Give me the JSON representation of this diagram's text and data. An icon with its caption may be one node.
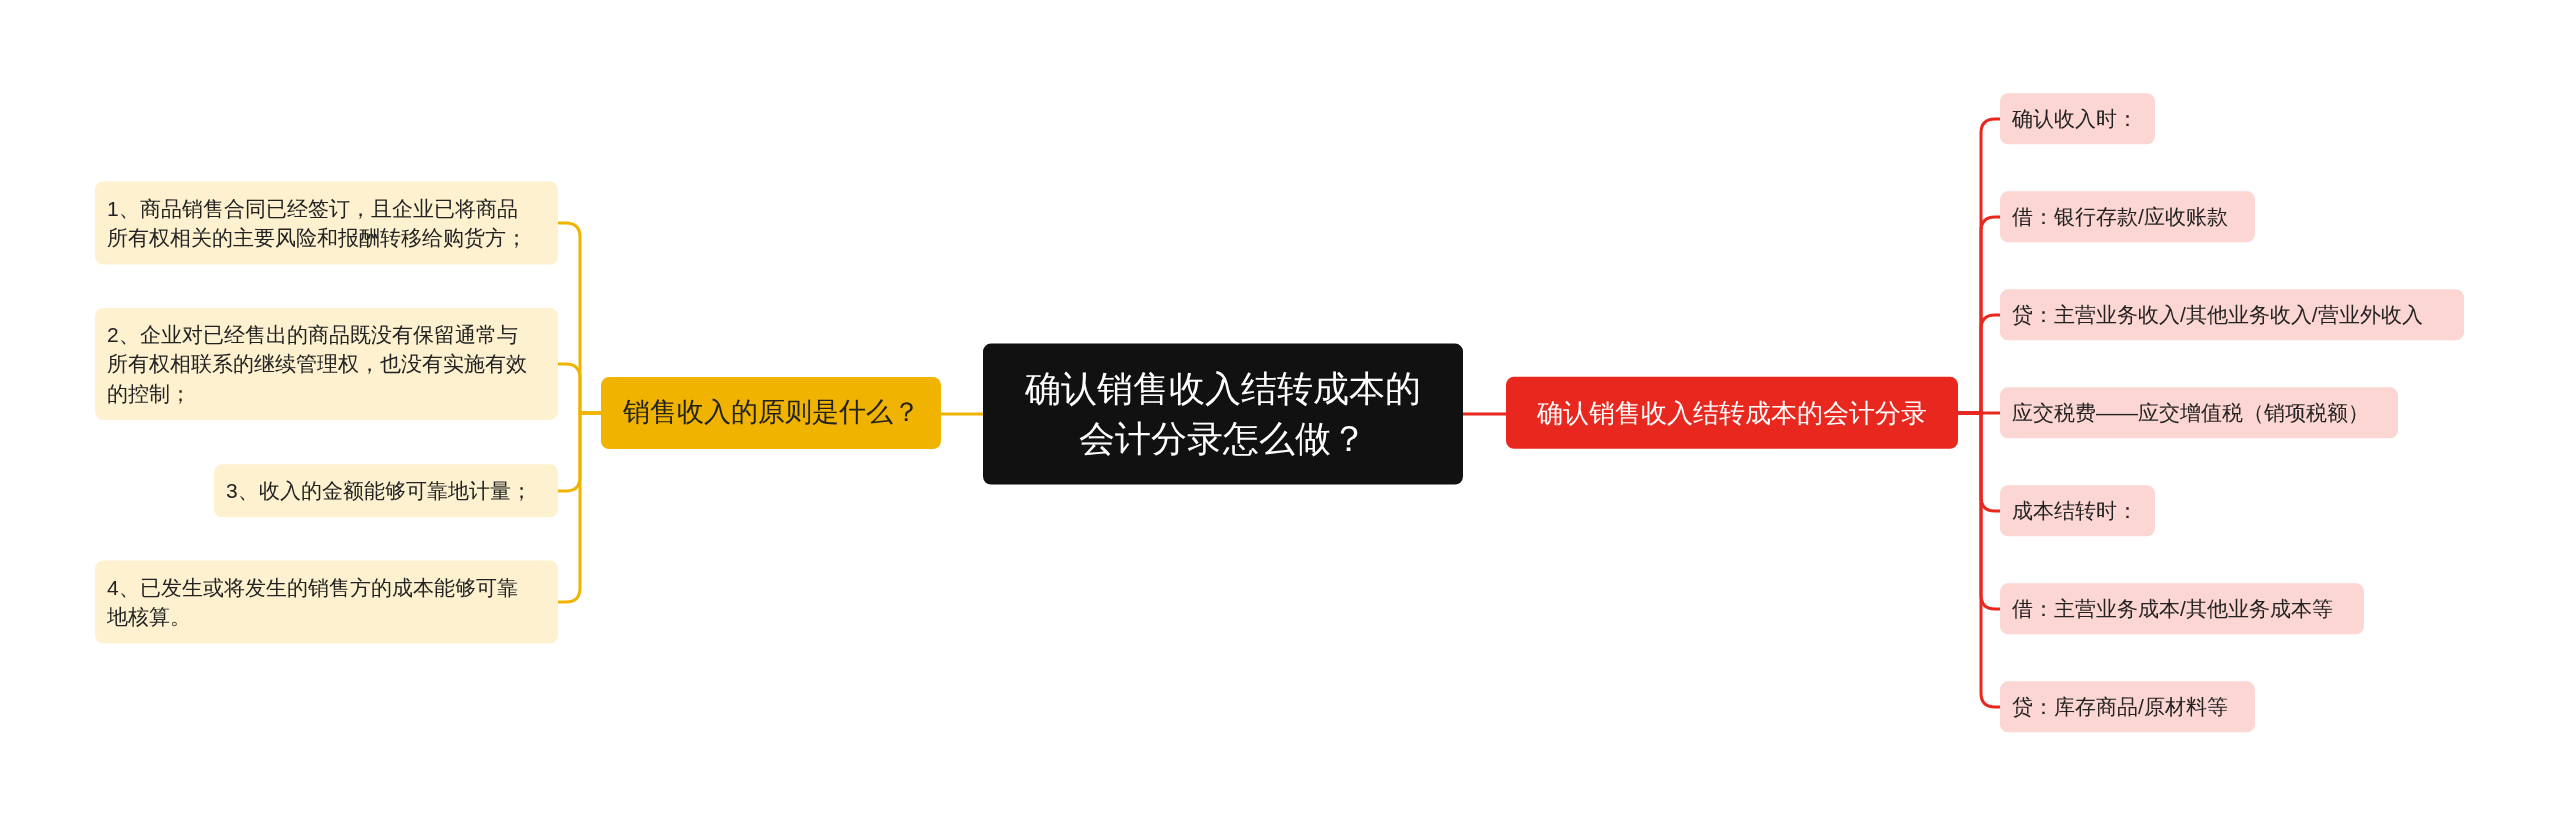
{
  "diagram": {
    "nodes": [
      {
        "text": [
          "确认销售收入结转成本的会计分录怎么做？"
        ]
      },
      {
        "text": [
          "销售收入的原则是什么？"
        ]
      },
      {
        "text": [
          "1、商品销售合同已经签订，且企业已将商品所有权相关的主要风险和报酬转移给购货方；"
        ]
      },
      {
        "text": [
          "2、企业对已经售出的商品既没有保留通常与所有权相联系的继续管理权，也没有实施有效的控制；"
        ]
      },
      {
        "text": [
          "3、收入的金额能够可靠地计量；"
        ]
      },
      {
        "text": [
          "4、已发生或将发生的销售方的成本能够可靠地核算。"
        ]
      },
      {
        "text": [
          "确认销售收入结转成本的会计分录"
        ]
      },
      {
        "text": [
          "确认收入时："
        ]
      },
      {
        "text": [
          "借：银行存款/应收账款"
        ]
      },
      {
        "text": [
          "贷：主营业务收入/其他业务收入/营业外收入"
        ]
      },
      {
        "text": [
          "应交税费——应交增值税（销项税额）"
        ]
      },
      {
        "text": [
          "成本结转时："
        ]
      },
      {
        "text": [
          "借：主营业务成本/其他业务成本等"
        ]
      },
      {
        "text": [
          "贷：库存商品/原材料等"
        ]
      }
    ],
    "edges": [
      {
        "from": 0,
        "to": 1,
        "arrow": "none",
        "color": "#f0b400"
      },
      {
        "from": 1,
        "to": 2,
        "arrow": "none",
        "color": "#f0b400"
      },
      {
        "from": 1,
        "to": 3,
        "arrow": "none",
        "color": "#f0b400"
      },
      {
        "from": 1,
        "to": 4,
        "arrow": "none",
        "color": "#f0b400"
      },
      {
        "from": 1,
        "to": 5,
        "arrow": "none",
        "color": "#f0b400"
      },
      {
        "from": 0,
        "to": 6,
        "arrow": "none"
      },
      {
        "from": 6,
        "to": 7,
        "arrow": "none"
      },
      {
        "from": 6,
        "to": 8,
        "arrow": "none"
      },
      {
        "from": 6,
        "to": 9,
        "arrow": "none"
      },
      {
        "from": 6,
        "to": 10,
        "arrow": "none"
      },
      {
        "from": 6,
        "to": 11,
        "arrow": "none"
      },
      {
        "from": 6,
        "to": 12,
        "arrow": "none"
      },
      {
        "from": 6,
        "to": 13,
        "arrow": "none"
      }
    ]
  }
}
